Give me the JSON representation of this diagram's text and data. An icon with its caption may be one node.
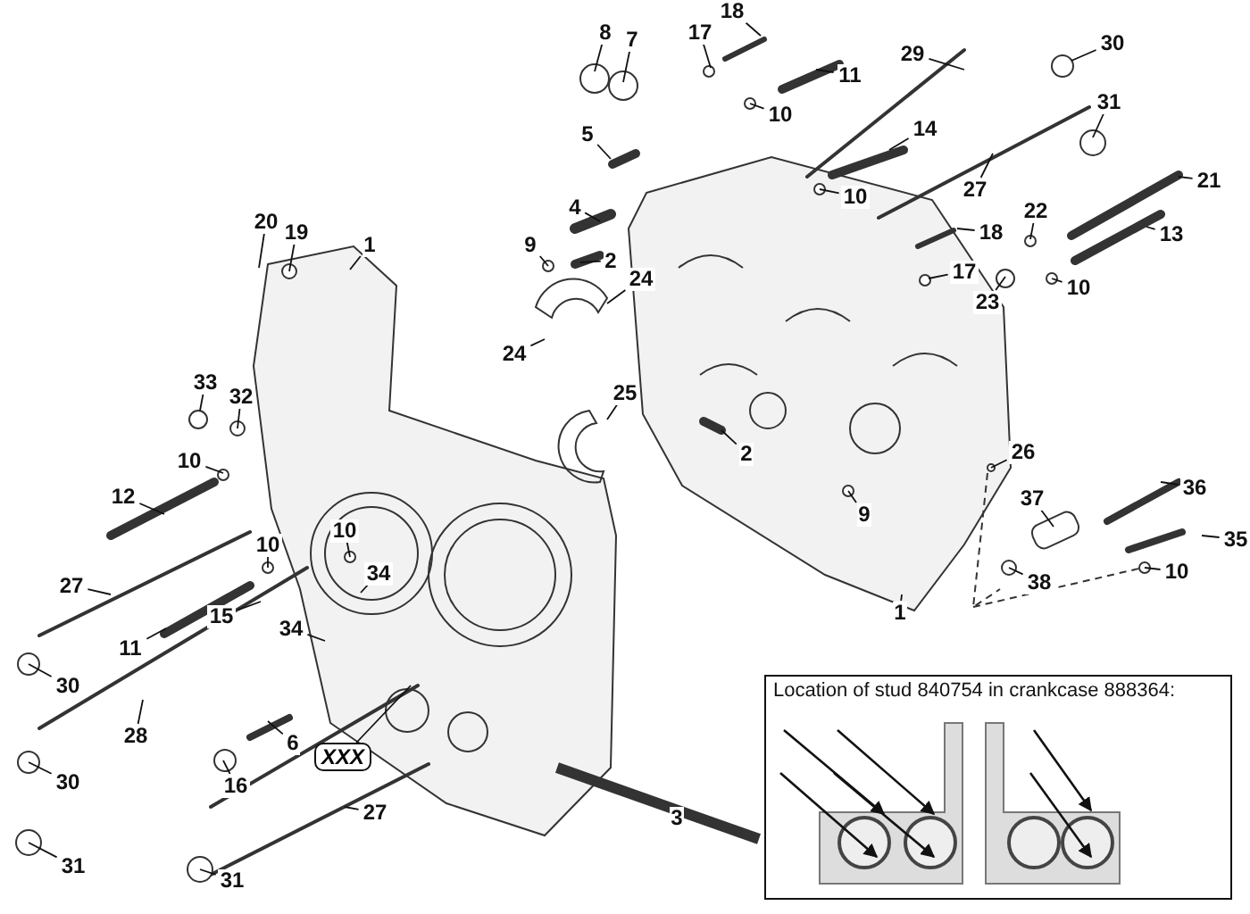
{
  "diagram": {
    "nodes": [
      {
        "text": [
          "18"
        ]
      },
      {
        "text": [
          "8"
        ]
      },
      {
        "text": [
          "7"
        ]
      },
      {
        "text": [
          "17"
        ]
      },
      {
        "text": [
          "30"
        ]
      },
      {
        "text": [
          "29"
        ]
      },
      {
        "text": [
          "11"
        ]
      },
      {
        "text": [
          "10"
        ]
      },
      {
        "text": [
          "31"
        ]
      },
      {
        "text": [
          "14"
        ]
      },
      {
        "text": [
          "5"
        ]
      },
      {
        "text": [
          "27"
        ]
      },
      {
        "text": [
          "10"
        ]
      },
      {
        "text": [
          "21"
        ]
      },
      {
        "text": [
          "4"
        ]
      },
      {
        "text": [
          "9"
        ]
      },
      {
        "text": [
          "2"
        ]
      },
      {
        "text": [
          "22"
        ]
      },
      {
        "text": [
          "18"
        ]
      },
      {
        "text": [
          "13"
        ]
      },
      {
        "text": [
          "17"
        ]
      },
      {
        "text": [
          "10"
        ]
      },
      {
        "text": [
          "23"
        ]
      },
      {
        "text": [
          "20"
        ]
      },
      {
        "text": [
          "19"
        ]
      },
      {
        "text": [
          "1"
        ]
      },
      {
        "text": [
          "24"
        ]
      },
      {
        "text": [
          "24"
        ]
      },
      {
        "text": [
          "25"
        ]
      },
      {
        "text": [
          "33"
        ]
      },
      {
        "text": [
          "32"
        ]
      },
      {
        "text": [
          "26"
        ]
      },
      {
        "text": [
          "10"
        ]
      },
      {
        "text": [
          "2"
        ]
      },
      {
        "text": [
          "36"
        ]
      },
      {
        "text": [
          "37"
        ]
      },
      {
        "text": [
          "12"
        ]
      },
      {
        "text": [
          "9"
        ]
      },
      {
        "text": [
          "35"
        ]
      },
      {
        "text": [
          "10"
        ]
      },
      {
        "text": [
          "10"
        ]
      },
      {
        "text": [
          "27"
        ]
      },
      {
        "text": [
          "34"
        ]
      },
      {
        "text": [
          "10"
        ]
      },
      {
        "text": [
          "38"
        ]
      },
      {
        "text": [
          "15"
        ]
      },
      {
        "text": [
          "1"
        ]
      },
      {
        "text": [
          "11"
        ]
      },
      {
        "text": [
          "34"
        ]
      },
      {
        "text": [
          "30"
        ]
      },
      {
        "text": [
          "28"
        ]
      },
      {
        "text": [
          "6"
        ]
      },
      {
        "text": [
          "XXX"
        ]
      },
      {
        "text": [
          "30"
        ]
      },
      {
        "text": [
          "16"
        ]
      },
      {
        "text": [
          "27"
        ]
      },
      {
        "text": [
          "31"
        ]
      },
      {
        "text": [
          "31"
        ]
      },
      {
        "text": [
          "Location of stud 840754 in crankcase 888364:"
        ]
      }
    ],
    "edges": [
      {
        "from": 0,
        "to": null,
        "arrow": "none"
      },
      {
        "from": 1,
        "to": null,
        "arrow": "none"
      },
      {
        "from": 2,
        "to": null,
        "arrow": "none"
      },
      {
        "from": 3,
        "to": null,
        "arrow": "none"
      },
      {
        "from": 4,
        "to": null,
        "arrow": "none"
      },
      {
        "from": 5,
        "to": null,
        "arrow": "none"
      },
      {
        "from": 6,
        "to": null,
        "arrow": "none"
      },
      {
        "from": 7,
        "to": null,
        "arrow": "none"
      },
      {
        "from": 8,
        "to": null,
        "arrow": "none"
      },
      {
        "from": 9,
        "to": null,
        "arrow": "none"
      },
      {
        "from": 10,
        "to": null,
        "arrow": "none"
      },
      {
        "from": 11,
        "to": null,
        "arrow": "none"
      },
      {
        "from": 12,
        "to": null,
        "arrow": "none"
      },
      {
        "from": 13,
        "to": null,
        "arrow": "none"
      },
      {
        "from": 14,
        "to": null,
        "arrow": "none"
      },
      {
        "from": 15,
        "to": null,
        "arrow": "none"
      },
      {
        "from": 16,
        "to": null,
        "arrow": "none"
      },
      {
        "from": 17,
        "to": null,
        "arrow": "none"
      },
      {
        "from": 18,
        "to": null,
        "arrow": "none"
      },
      {
        "from": 19,
        "to": null,
        "arrow": "none"
      },
      {
        "from": 20,
        "to": null,
        "arrow": "none"
      },
      {
        "from": 21,
        "to": null,
        "arrow": "none"
      },
      {
        "from": 22,
        "to": null,
        "arrow": "none"
      },
      {
        "from": 23,
        "to": null,
        "arrow": "none"
      },
      {
        "from": 24,
        "to": null,
        "arrow": "none"
      },
      {
        "from": 25,
        "to": null,
        "arrow": "none"
      },
      {
        "from": 26,
        "to": null,
        "arrow": "none"
      },
      {
        "from": 27,
        "to": null,
        "arrow": "none"
      },
      {
        "from": 28,
        "to": null,
        "arrow": "none"
      },
      {
        "from": 29,
        "to": null,
        "arrow": "none"
      },
      {
        "from": 30,
        "to": null,
        "arrow": "none"
      },
      {
        "from": 31,
        "to": null,
        "arrow": "none"
      },
      {
        "from": 32,
        "to": null,
        "arrow": "none"
      },
      {
        "from": 33,
        "to": null,
        "arrow": "none"
      },
      {
        "from": 34,
        "to": null,
        "arrow": "none"
      },
      {
        "from": 35,
        "to": null,
        "arrow": "none"
      },
      {
        "from": 36,
        "to": null,
        "arrow": "none"
      },
      {
        "from": 37,
        "to": null,
        "arrow": "none"
      },
      {
        "from": 38,
        "to": null,
        "arrow": "none"
      },
      {
        "from": 39,
        "to": null,
        "arrow": "none"
      },
      {
        "from": 40,
        "to": null,
        "arrow": "none"
      },
      {
        "from": 41,
        "to": null,
        "arrow": "none"
      },
      {
        "from": 42,
        "to": null,
        "arrow": "none"
      },
      {
        "from": 43,
        "to": null,
        "arrow": "none"
      },
      {
        "from": 44,
        "to": null,
        "arrow": "none"
      },
      {
        "from": 45,
        "to": null,
        "arrow": "none"
      },
      {
        "from": 46,
        "to": null,
        "arrow": "none"
      },
      {
        "from": 47,
        "to": null,
        "arrow": "none"
      },
      {
        "from": 48,
        "to": null,
        "arrow": "none"
      },
      {
        "from": 49,
        "to": null,
        "arrow": "none"
      },
      {
        "from": 50,
        "to": null,
        "arrow": "none"
      },
      {
        "from": 51,
        "to": null,
        "arrow": "none"
      },
      {
        "from": 52,
        "to": null,
        "arrow": "none"
      },
      {
        "from": 53,
        "to": null,
        "arrow": "none"
      },
      {
        "from": 54,
        "to": null,
        "arrow": "none"
      },
      {
        "from": 55,
        "to": null,
        "arrow": "none"
      },
      {
        "from": 56,
        "to": null,
        "arrow": "none"
      },
      {
        "from": 57,
        "to": null,
        "arrow": "none"
      }
    ],
    "labels": [
      "3"
    ]
  }
}
